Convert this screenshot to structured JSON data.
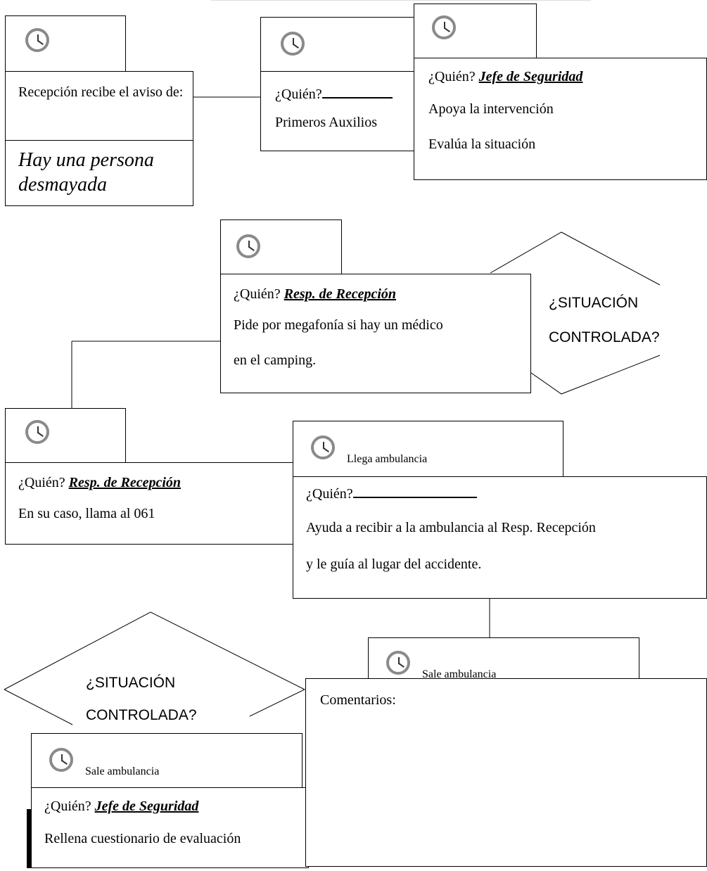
{
  "card_reception": {
    "text": "Recepción recibe el aviso de:",
    "incident": "Hay una persona desmayada"
  },
  "card_first_aid": {
    "who_label": "¿Quién?",
    "action": "Primeros Auxilios"
  },
  "card_security_chief": {
    "who_label": "¿Quién?",
    "who": "Jefe de Seguridad",
    "action_1": "Apoya la intervención",
    "action_2": "Evalúa la situación"
  },
  "card_megaphone": {
    "who_label": "¿Quién?",
    "who": "Resp. de Recepción",
    "action_1": "Pide por megafonía si hay un médico",
    "action_2": "en el camping."
  },
  "decision_1": {
    "line_1": "¿SITUACIÓN",
    "line_2": "CONTROLADA?"
  },
  "card_call": {
    "who_label": "¿Quién?",
    "who": "Resp. de Recepción",
    "action": "En su caso, llama al 061"
  },
  "card_ambulance_arrives": {
    "event": "Llega ambulancia",
    "who_label": "¿Quién?",
    "action_1": "Ayuda a recibir a la ambulancia al Resp. Recepción",
    "action_2": "y le guía al lugar del accidente."
  },
  "card_ambulance_leaves_1": {
    "event": "Sale ambulancia"
  },
  "decision_2": {
    "line_1": "¿SITUACIÓN",
    "line_2": "CONTROLADA?"
  },
  "comments": {
    "label": "Comentarios:"
  },
  "card_ambulance_leaves_2": {
    "event": "Sale ambulancia",
    "who_label": "¿Quién?",
    "who": "Jefe de Seguridad",
    "action": "Rellena cuestionario de evaluación"
  }
}
